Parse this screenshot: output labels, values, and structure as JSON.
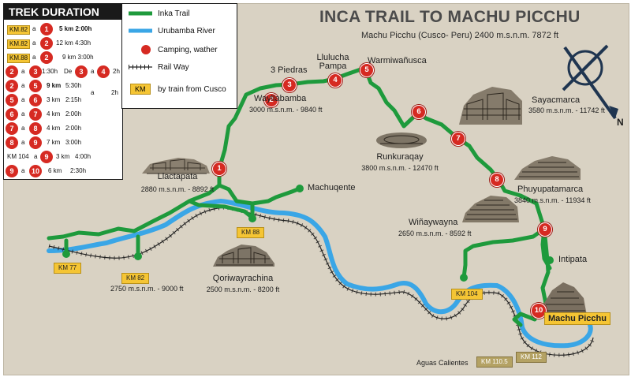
{
  "title": "INCA TRAIL TO MACHU PICCHU",
  "subtitle": "Machu Picchu (Cusco- Peru) 2400 m.s.n.m. 7872 ft",
  "compass": {
    "north_label": "N"
  },
  "colors": {
    "trail": "#1e9a3c",
    "river": "#3aa6e6",
    "camp": "#d62a22",
    "km_badge": "#f5c534",
    "km_badge_dark": "#b4a264",
    "background": "#d9d2c3"
  },
  "legend": {
    "items": [
      {
        "label": "Inka Trail",
        "icon": "green-line"
      },
      {
        "label": "Urubamba River",
        "icon": "blue-line"
      },
      {
        "label": "Camping, wather",
        "icon": "red-dot"
      },
      {
        "label": "Rail Way",
        "icon": "railway-line"
      }
    ],
    "km_symbol": "KM",
    "km_label": "by train from Cusco"
  },
  "trek_duration": {
    "title": "TREK DURATION",
    "rows": [
      {
        "from": "KM.82",
        "sep": "a",
        "to": "1",
        "text": "5 km 2:00h"
      },
      {
        "from": "KM.82",
        "sep": "a",
        "to": "2",
        "text": "12 km 4:30h"
      },
      {
        "from": "KM.88",
        "sep": "a",
        "to": "2",
        "text": "9 km 3:00h"
      },
      {
        "from": "2",
        "sep": "a",
        "to": "3",
        "text": "1:30h",
        "extra_sep": "De",
        "extra_from": "3",
        "extra_sep2": "a",
        "extra_to": "4",
        "extra_text": "2h"
      },
      {
        "from": "2",
        "sep": "a",
        "to": "5",
        "text": "9 km",
        "time": "5:30h"
      },
      {
        "from": "5",
        "sep": "a",
        "to": "6",
        "text": "3 km",
        "time": "2:15h",
        "side_sep": "a",
        "side_text": "2h"
      },
      {
        "from": "6",
        "sep": "a",
        "to": "7",
        "text": "4 km",
        "time": "2:00h"
      },
      {
        "from": "7",
        "sep": "a",
        "to": "8",
        "text": "4 km",
        "time": "2:00h"
      },
      {
        "from": "8",
        "sep": "a",
        "to": "9",
        "text": "7 km",
        "time": "3:00h"
      },
      {
        "from": "KM 104",
        "sep": "a",
        "to": "9",
        "text": "3 km",
        "time": "4:00h"
      },
      {
        "from": "9",
        "sep": "a",
        "to": "10",
        "text": "6 km",
        "time": "2:30h"
      }
    ]
  },
  "markers": [
    "1",
    "2",
    "3",
    "4",
    "5",
    "6",
    "7",
    "8",
    "9",
    "10"
  ],
  "places": {
    "llactapata": {
      "name": "Llactapata",
      "alt": "2880 m.s.n.m. - 8892 ft"
    },
    "wayllabamba": {
      "name": "Wayllabamba",
      "alt": "3000 m.s.n.m. - 9840 ft"
    },
    "tres_piedras": {
      "name": "3 Piedras"
    },
    "llulucha": {
      "name": "Llulucha\nPampa"
    },
    "warmiwanusca": {
      "name": "Warmiwañusca"
    },
    "runkuraqay": {
      "name": "Runkuraqay",
      "alt": "3800 m.s.n.m. - 12470 ft"
    },
    "sayacmarca": {
      "name": "Sayacmarca",
      "alt": "3580 m.s.n.m. - 11742 ft"
    },
    "phuyupatamarca": {
      "name": "Phuyupatamarca",
      "alt": "3840 m.s.n.m. - 11934 ft"
    },
    "winaywayna": {
      "name": "Wiñaywayna",
      "alt": "2650 m.s.n.m. - 8592 ft"
    },
    "intipata": {
      "name": "Intipata"
    },
    "machuqente": {
      "name": "Machuqente"
    },
    "qoriwayrachina": {
      "name": "Qoriwayrachina",
      "alt": "2500 m.s.n.m. - 8200 ft"
    },
    "km82_alt": {
      "alt": "2750 m.s.n.m. - 9000 ft"
    },
    "aguas_calientes": {
      "name": "Aguas Calientes"
    },
    "machu_picchu": {
      "name": "Machu Picchu"
    }
  },
  "km_badges": {
    "km77": "KM 77",
    "km82": "KM 82",
    "km88": "KM 88",
    "km104": "KM 104",
    "km110": "KM 110.5",
    "km112": "KM 112"
  }
}
